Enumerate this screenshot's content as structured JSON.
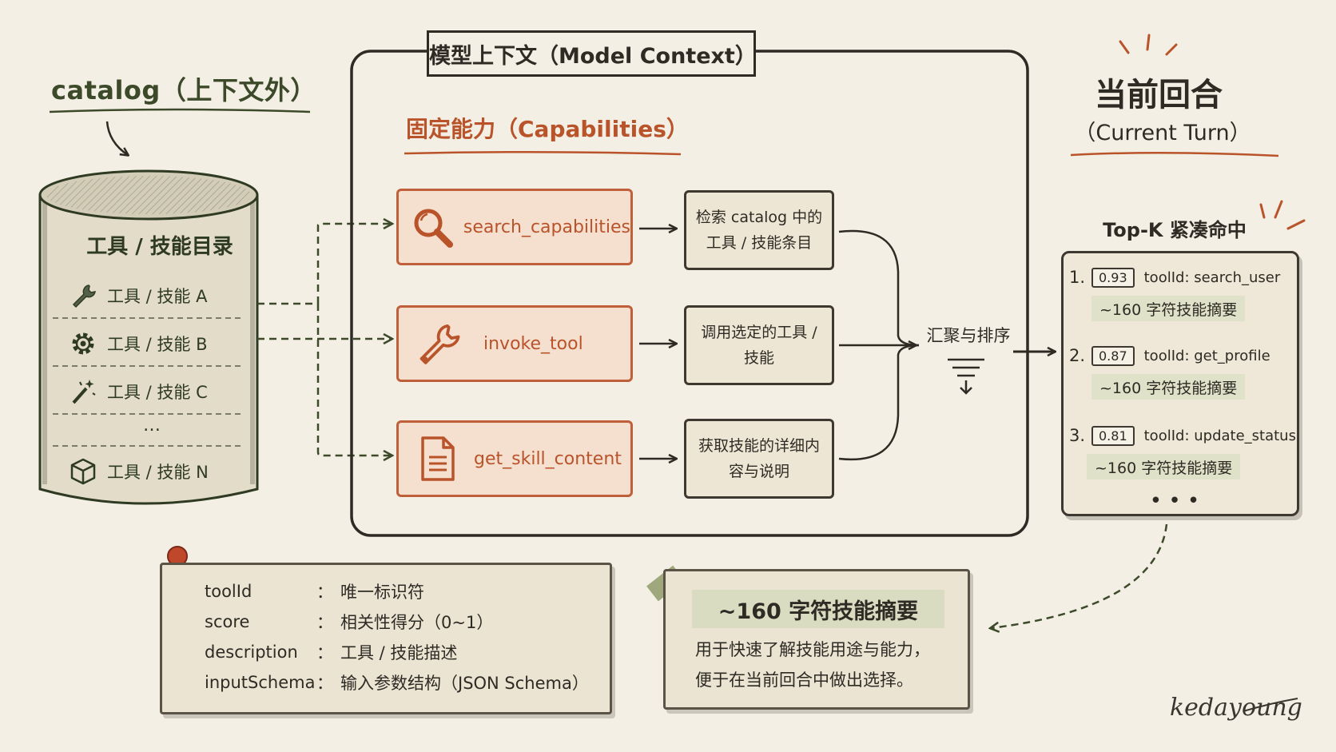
{
  "catalog": {
    "title": "catalog（上下文外）",
    "heading": "工具 / 技能目录",
    "items": [
      {
        "label": "工具 / 技能 A",
        "icon": "wrench-icon"
      },
      {
        "label": "工具 / 技能 B",
        "icon": "gear-icon"
      },
      {
        "label": "工具 / 技能 C",
        "icon": "magic-wand-icon"
      },
      {
        "label": "工具 / 技能 N",
        "icon": "cube-icon"
      }
    ],
    "ellipsis": "…"
  },
  "model_context": {
    "title": "模型上下文（Model Context）",
    "capabilities_title": "固定能力（Capabilities）",
    "capabilities": [
      {
        "name": "search_capabilities",
        "icon": "magnifier-icon",
        "description": "检索 catalog 中的工具 / 技能条目"
      },
      {
        "name": "invoke_tool",
        "icon": "wrench-icon",
        "description": "调用选定的工具 / 技能"
      },
      {
        "name": "get_skill_content",
        "icon": "document-icon",
        "description": "获取技能的详细内容与说明"
      }
    ],
    "merge_label": "汇聚与排序"
  },
  "current_turn": {
    "title": "当前回合",
    "subtitle": "（Current Turn）",
    "topk_label": "Top-K 紧凑命中",
    "hits": [
      {
        "rank": "1.",
        "score": "0.93",
        "tool": "toolId: search_user",
        "summary": "~160 字符技能摘要"
      },
      {
        "rank": "2.",
        "score": "0.87",
        "tool": "toolId: get_profile",
        "summary": "~160 字符技能摘要"
      },
      {
        "rank": "3.",
        "score": "0.81",
        "tool": "toolId: update_status",
        "summary": "~160 字符技能摘要"
      }
    ],
    "ellipsis": "• • •"
  },
  "fields_note": {
    "rows": [
      {
        "key": "toolId",
        "colon": "：",
        "value": "唯一标识符"
      },
      {
        "key": "score",
        "colon": "：",
        "value": "相关性得分（0~1）"
      },
      {
        "key": "description",
        "colon": "：",
        "value": "工具 / 技能描述"
      },
      {
        "key": "inputSchema",
        "colon": "：",
        "value": "输入参数结构（JSON Schema）"
      }
    ]
  },
  "summary_note": {
    "title": "~160 字符技能摘要",
    "line1": "用于快速了解技能用途与能力，",
    "line2": "便于在当前回合中做出选择。"
  },
  "signature": "kedayoung",
  "colors": {
    "accent_rust": "#b9532a",
    "accent_green": "#3c4a2a",
    "background": "#f3efe4",
    "capability_fill": "#f5dfcf",
    "summary_fill": "#dfe1c8"
  }
}
